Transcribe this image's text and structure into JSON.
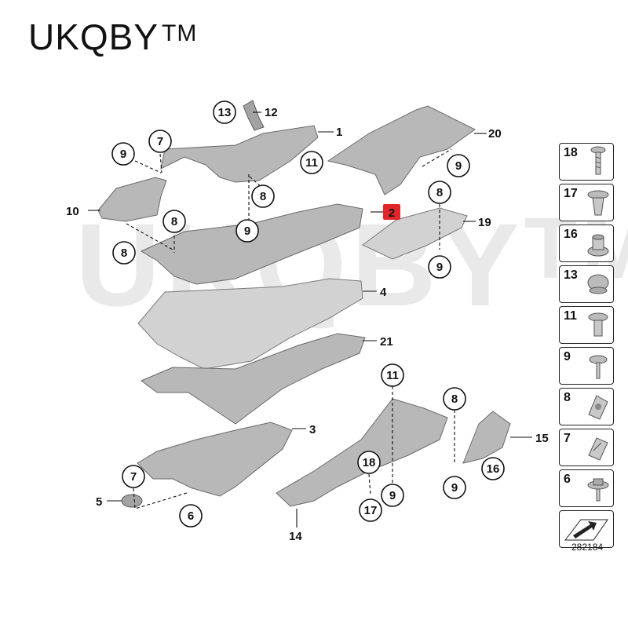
{
  "brand": {
    "name": "UKQBY",
    "mark": "TM"
  },
  "watermark": {
    "text": "UKQBY",
    "mark": "TM"
  },
  "diagram_code": "282184",
  "highlight_color": "#e0262a",
  "callouts": {
    "c1": "1",
    "c2": "2",
    "c3": "3",
    "c4": "4",
    "c5": "5",
    "c6": "6",
    "c7a": "7",
    "c7b": "7",
    "c8a": "8",
    "c8b": "8",
    "c8c": "8",
    "c8d": "8",
    "c8e": "8",
    "c9a": "9",
    "c9b": "9",
    "c9c": "9",
    "c9d": "9",
    "c9e": "9",
    "c9f": "9",
    "c10": "10",
    "c11a": "11",
    "c11b": "11",
    "c12": "12",
    "c13": "13",
    "c14": "14",
    "c15": "15",
    "c16": "16",
    "c17": "17",
    "c18": "18",
    "c19": "19",
    "c20": "20",
    "c21": "21"
  },
  "legend": [
    {
      "number": "18",
      "icon": "screw-icon"
    },
    {
      "number": "17",
      "icon": "expansion-rivet-icon"
    },
    {
      "number": "16",
      "icon": "nut-icon"
    },
    {
      "number": "13",
      "icon": "cap-plug-icon"
    },
    {
      "number": "11",
      "icon": "clip-nut-icon"
    },
    {
      "number": "9",
      "icon": "hex-screw-icon"
    },
    {
      "number": "8",
      "icon": "spring-nut-icon"
    },
    {
      "number": "7",
      "icon": "spring-clip-icon"
    },
    {
      "number": "6",
      "icon": "flange-bolt-icon"
    }
  ],
  "legend_footer_icon": "arrow-panel-icon"
}
